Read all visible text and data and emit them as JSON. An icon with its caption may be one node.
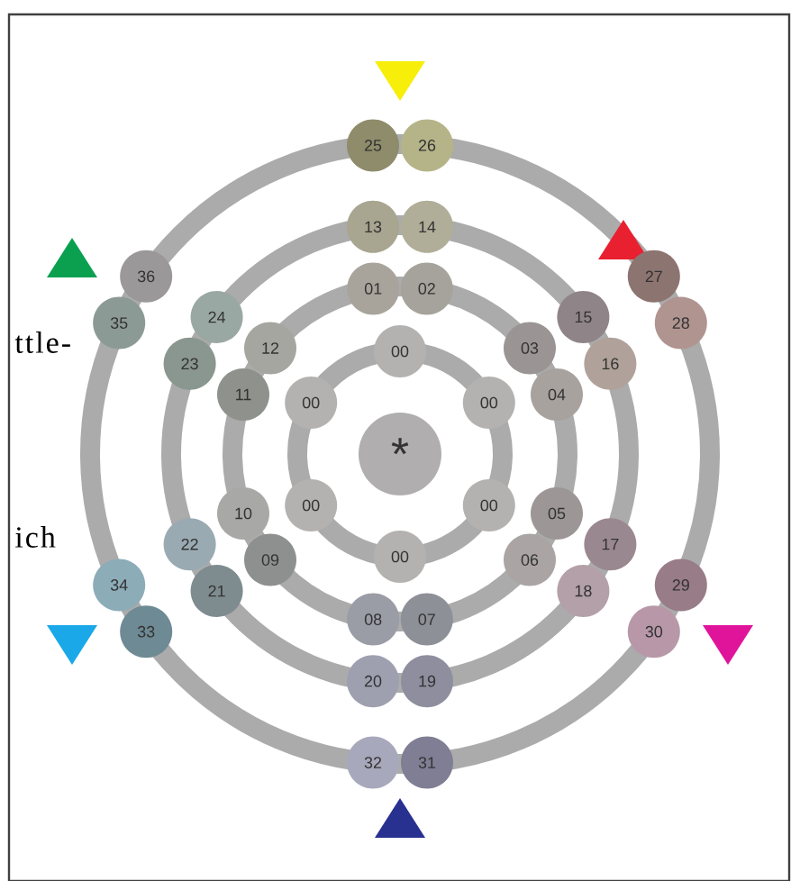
{
  "diagram": {
    "nodes": [
      {
        "text": [
          "*"
        ]
      },
      {
        "text": [
          "00"
        ]
      },
      {
        "text": [
          "00"
        ]
      },
      {
        "text": [
          "00"
        ]
      },
      {
        "text": [
          "00"
        ]
      },
      {
        "text": [
          "00"
        ]
      },
      {
        "text": [
          "00"
        ]
      },
      {
        "text": [
          "01"
        ]
      },
      {
        "text": [
          "02"
        ]
      },
      {
        "text": [
          "03"
        ]
      },
      {
        "text": [
          "04"
        ]
      },
      {
        "text": [
          "05"
        ]
      },
      {
        "text": [
          "06"
        ]
      },
      {
        "text": [
          "07"
        ]
      },
      {
        "text": [
          "08"
        ]
      },
      {
        "text": [
          "09"
        ]
      },
      {
        "text": [
          "10"
        ]
      },
      {
        "text": [
          "11"
        ]
      },
      {
        "text": [
          "12"
        ]
      },
      {
        "text": [
          "13"
        ]
      },
      {
        "text": [
          "14"
        ]
      },
      {
        "text": [
          "15"
        ]
      },
      {
        "text": [
          "16"
        ]
      },
      {
        "text": [
          "17"
        ]
      },
      {
        "text": [
          "18"
        ]
      },
      {
        "text": [
          "19"
        ]
      },
      {
        "text": [
          "20"
        ]
      },
      {
        "text": [
          "21"
        ]
      },
      {
        "text": [
          "22"
        ]
      },
      {
        "text": [
          "23"
        ]
      },
      {
        "text": [
          "24"
        ]
      },
      {
        "text": [
          "25"
        ]
      },
      {
        "text": [
          "26"
        ]
      },
      {
        "text": [
          "27"
        ]
      },
      {
        "text": [
          "28"
        ]
      },
      {
        "text": [
          "29"
        ]
      },
      {
        "text": [
          "30"
        ]
      },
      {
        "text": [
          "31"
        ]
      },
      {
        "text": [
          "32"
        ]
      },
      {
        "text": [
          "33"
        ]
      },
      {
        "text": [
          "34"
        ]
      },
      {
        "text": [
          "35"
        ]
      },
      {
        "text": [
          "36"
        ]
      }
    ],
    "labels": [
      "ttle-",
      "ich"
    ]
  }
}
